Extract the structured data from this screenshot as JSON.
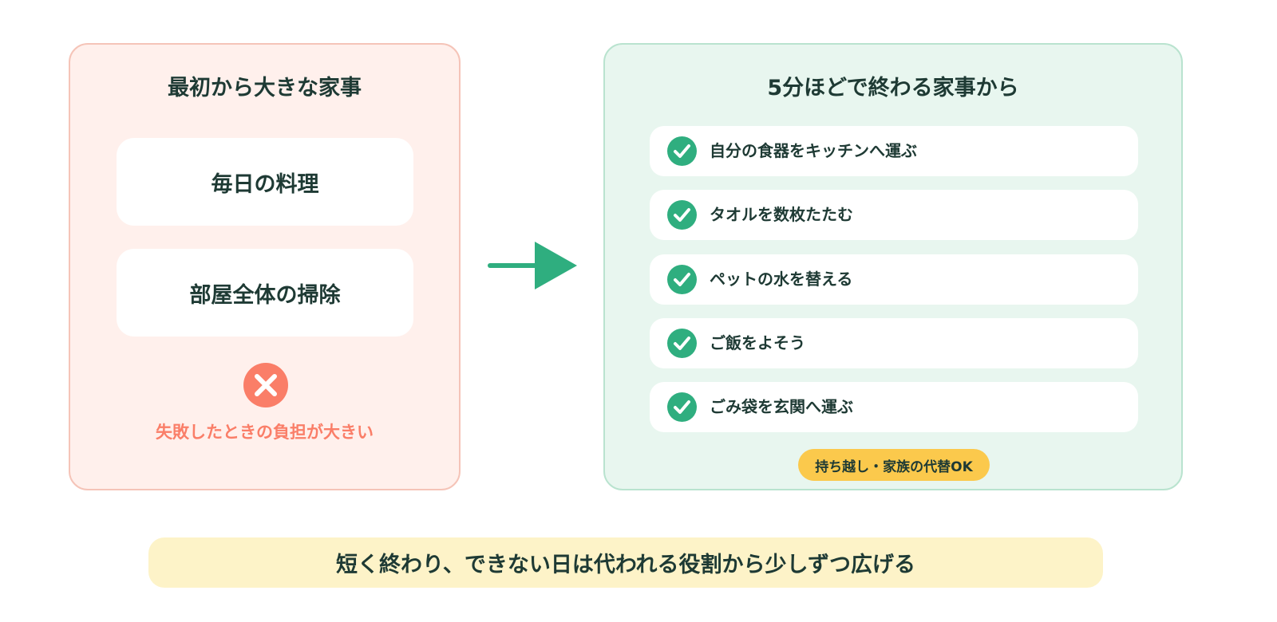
{
  "left_panel": {
    "title": "最初から大きな家事",
    "cards": [
      "毎日の料理",
      "部屋全体の掃除"
    ],
    "fail_icon": "x-icon",
    "fail_text": "失敗したときの負担が大きい"
  },
  "arrow_icon": "arrow-right-icon",
  "right_panel": {
    "title": "5分ほどで終わる家事から",
    "check_icon": "check-circle-icon",
    "tasks": [
      "自分の食器をキッチンへ運ぶ",
      "タオルを数枚たたむ",
      "ペットの水を替える",
      "ご飯をよそう",
      "ごみ袋を玄関へ運ぶ"
    ],
    "badge": "持ち越し・家族の代替OK"
  },
  "footer": {
    "text": "短く終わり、できない日は代われる役割から少しずつ広げる"
  },
  "colors": {
    "left_bg": "#fff0ec",
    "left_border": "#f5c4b8",
    "right_bg": "#e8f6ef",
    "right_border": "#b9e3cf",
    "accent_green": "#2fae7f",
    "accent_coral": "#fa7e68",
    "badge_yellow": "#fbc94c",
    "banner_yellow": "#fdf3c8",
    "text_dark": "#1e3a34"
  }
}
